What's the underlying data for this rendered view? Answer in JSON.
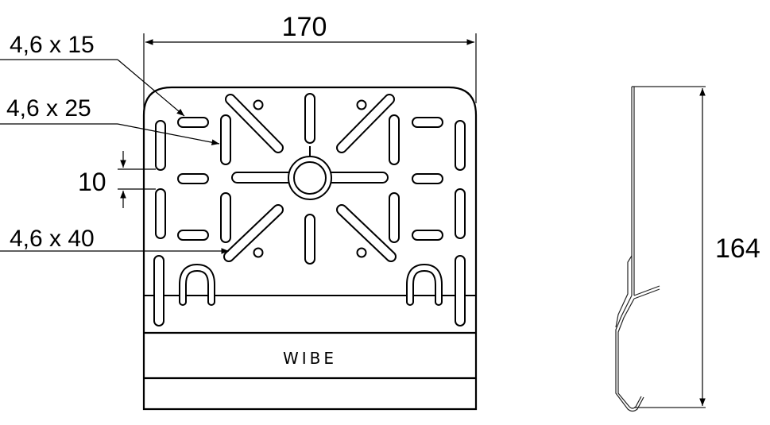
{
  "drawing": {
    "front_view": {
      "width_dimension": "170",
      "brand_label": "WIBE",
      "callouts": [
        {
          "label": "4,6 x 15"
        },
        {
          "label": "4,6 x 25"
        },
        {
          "label": "10"
        },
        {
          "label": "4,6 x 40"
        }
      ]
    },
    "side_view": {
      "height_dimension": "164"
    },
    "colors": {
      "line": "#000000",
      "background": "#ffffff"
    }
  }
}
